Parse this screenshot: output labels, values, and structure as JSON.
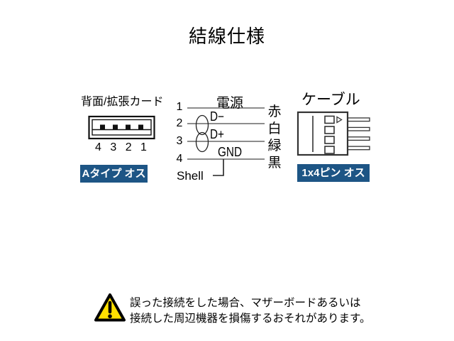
{
  "title": "結線仕様",
  "left_connector": {
    "heading": "背面/拡張カード",
    "pin_numbers": "4 3 2 1",
    "type_label": "Aタイプ オス"
  },
  "schematic": {
    "pins": [
      {
        "number": "1",
        "signal": "電源",
        "wire_color": "赤"
      },
      {
        "number": "2",
        "signal": "D−",
        "wire_color": "白"
      },
      {
        "number": "3",
        "signal": "D+",
        "wire_color": "緑"
      },
      {
        "number": "4",
        "signal": "GND",
        "wire_color": "黒"
      }
    ],
    "shell_label": "Shell"
  },
  "right_connector": {
    "heading": "ケーブル",
    "type_label": "1x4ピン オス"
  },
  "warning": {
    "line1": "誤った接続をした場合、マザーボードあるいは",
    "line2": "接続した周辺機器を損傷するおそれがあります。"
  },
  "colors": {
    "label_background": "#1d5585",
    "label_text": "#ffffff",
    "wire_line_gray": "#7d7d7d",
    "warning_yellow": "#ffe000"
  }
}
